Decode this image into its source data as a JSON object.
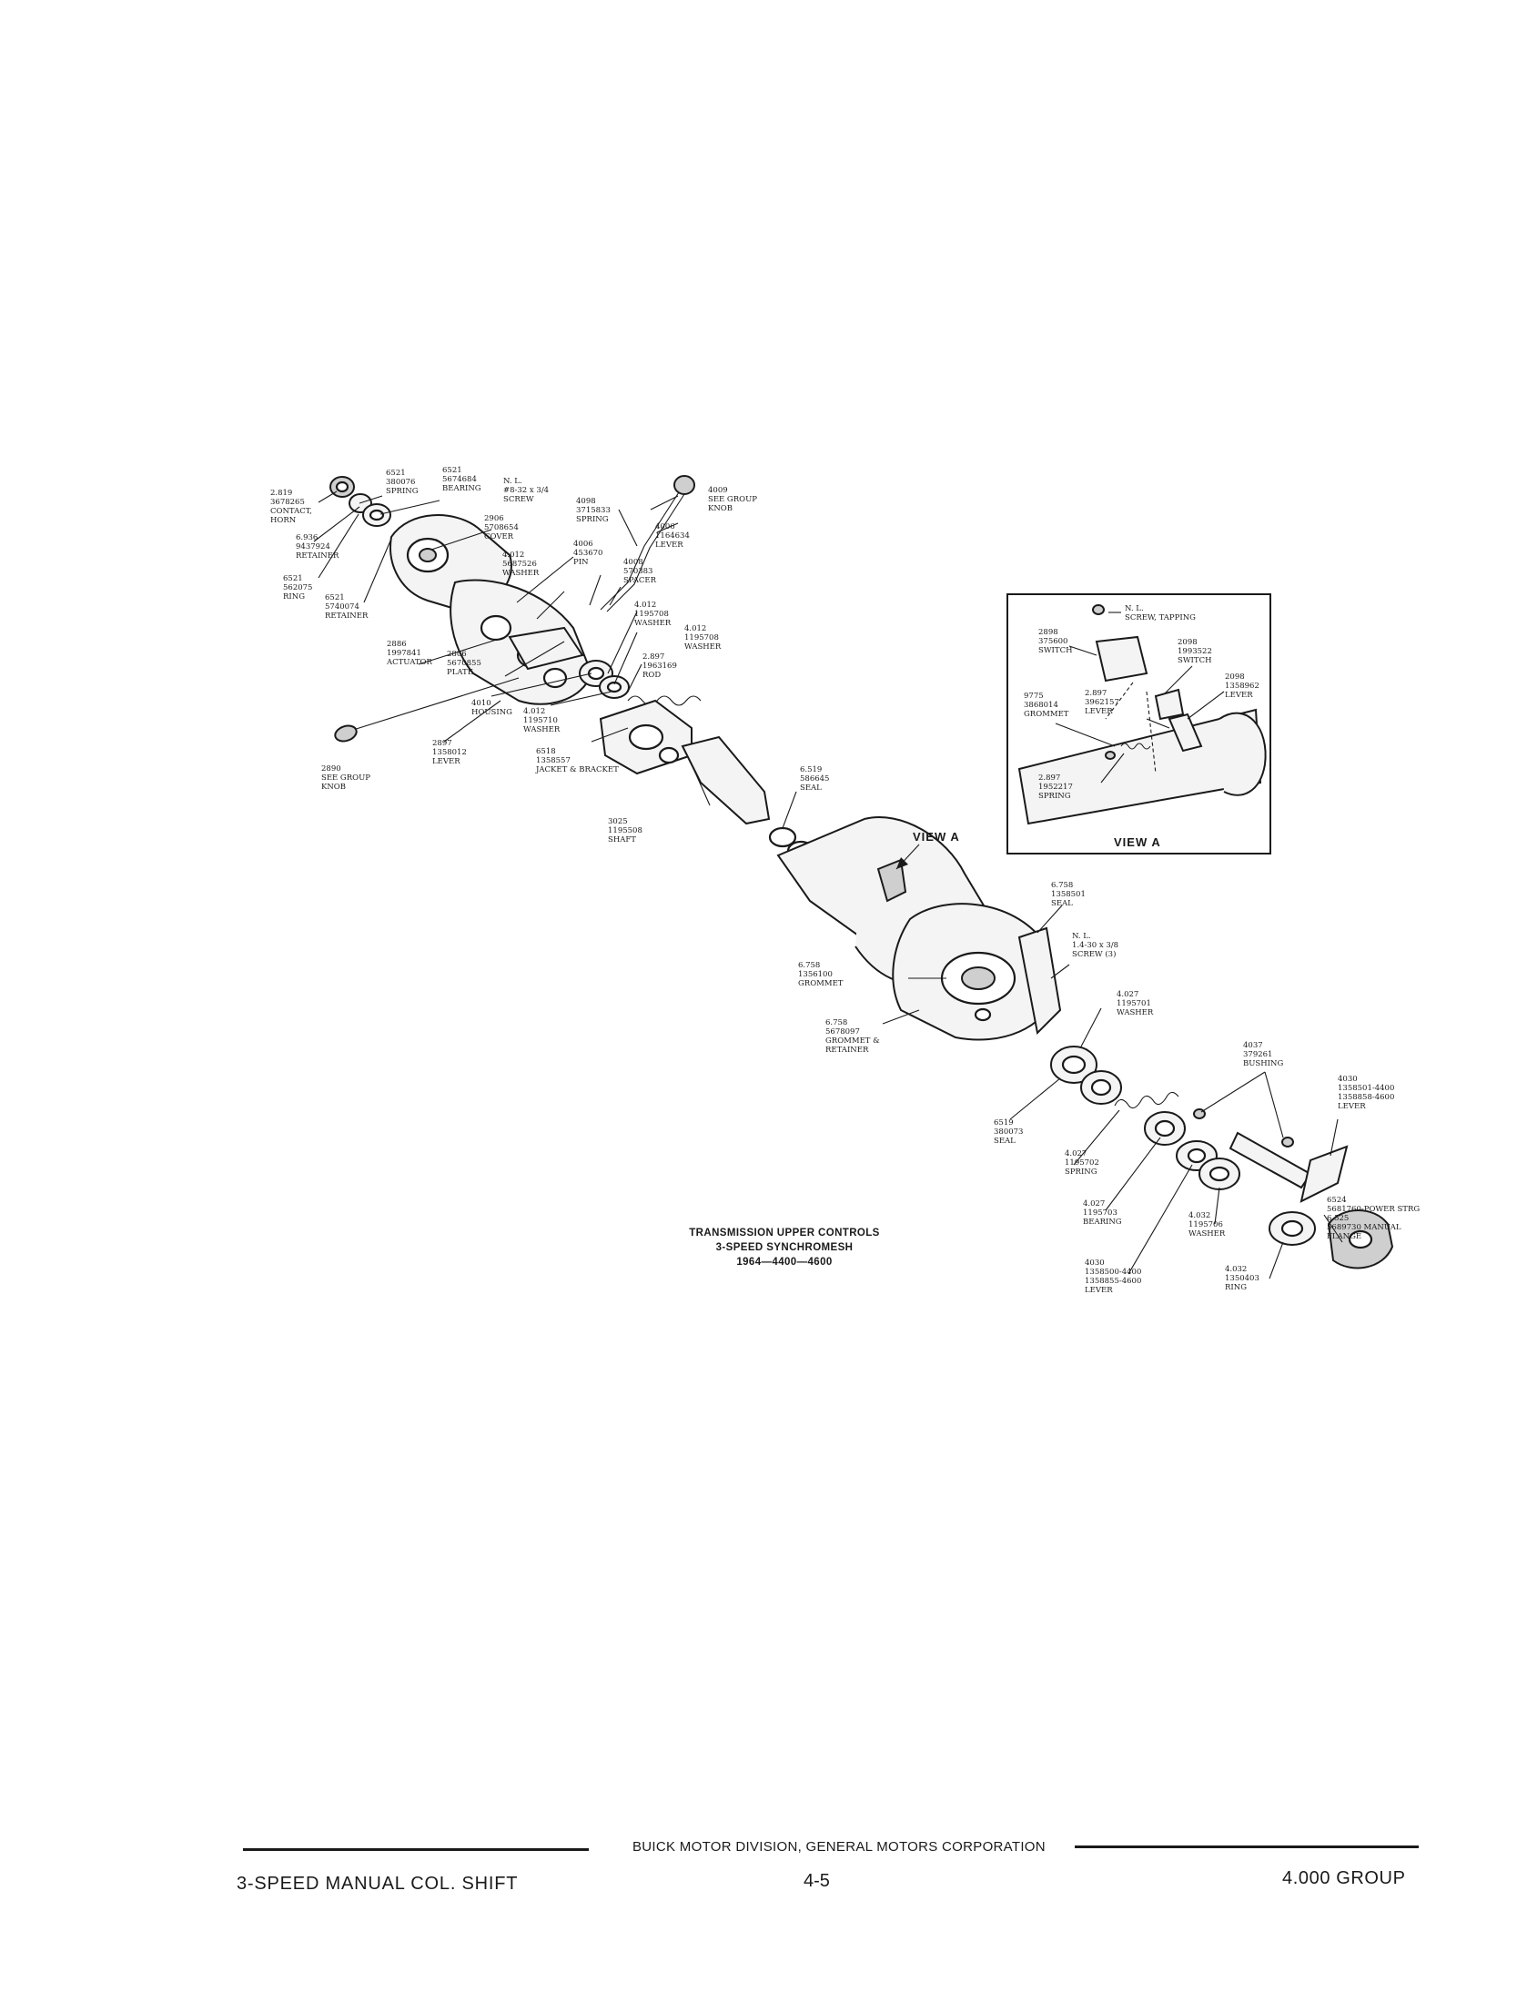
{
  "diagram": {
    "title": [
      "TRANSMISSION UPPER CONTROLS",
      "3-SPEED SYNCHROMESH",
      "1964—4400—4600"
    ],
    "view_label": "VIEW A",
    "inset_title": "VIEW A",
    "labels": {
      "contact": [
        "2.819",
        "3678265",
        "CONTACT,",
        "HORN"
      ],
      "bearing_6521": [
        "6521",
        "5674684",
        "BEARING"
      ],
      "spring_6521": [
        "6521",
        "380076",
        "SPRING"
      ],
      "screw_nl_top": [
        "N. L.",
        "#8-32 x 3/4",
        "SCREW"
      ],
      "retainer_6936": [
        "6.936",
        "9437924",
        "RETAINER"
      ],
      "ring_6521": [
        "6521",
        "562075",
        "RING"
      ],
      "retainer_6521": [
        "6521",
        "5740074",
        "RETAINER"
      ],
      "cover_2906": [
        "2906",
        "5708654",
        "COVER"
      ],
      "washer_4012a": [
        "4.012",
        "5687526",
        "WASHER"
      ],
      "pin_4006": [
        "4006",
        "453670",
        "PIN"
      ],
      "spring_4098": [
        "4098",
        "3715833",
        "SPRING"
      ],
      "lever_4006": [
        "4006",
        "1164634",
        "LEVER"
      ],
      "knob_4009": [
        "4009",
        "SEE GROUP",
        "KNOB"
      ],
      "spacer_4008": [
        "4008",
        "570383",
        "SPACER"
      ],
      "washer_4012b": [
        "4.012",
        "1195708",
        "WASHER"
      ],
      "washer_4012c": [
        "4.012",
        "1195708",
        "WASHER"
      ],
      "rod_2897": [
        "2.897",
        "1963169",
        "ROD"
      ],
      "actuator_2886": [
        "2886",
        "1997841",
        "ACTUATOR"
      ],
      "plate_2806": [
        "2806",
        "5670855",
        "PLATE"
      ],
      "housing_4010": [
        "4010",
        "HOUSING"
      ],
      "washer_4012d": [
        "4.012",
        "1195710",
        "WASHER"
      ],
      "lever_2897": [
        "2897",
        "1358012",
        "LEVER"
      ],
      "knob_2890": [
        "2890",
        "SEE GROUP",
        "KNOB"
      ],
      "jacket_6518": [
        "6518",
        "1358557",
        "JACKET & BRACKET"
      ],
      "seal_6519a": [
        "6.519",
        "586645",
        "SEAL"
      ],
      "shaft_3025": [
        "3025",
        "1195508",
        "SHAFT"
      ],
      "seal_6758": [
        "6.758",
        "1358501",
        "SEAL"
      ],
      "screw_nl_mid": [
        "N. L.",
        "1.4-30 x 3/8",
        "SCREW (3)"
      ],
      "grommet_6758": [
        "6.758",
        "1356100",
        "GROMMET"
      ],
      "grommet_retainer": [
        "6.758",
        "5678097",
        "GROMMET &",
        "RETAINER"
      ],
      "washer_4027": [
        "4.027",
        "1195701",
        "WASHER"
      ],
      "bushing_4037": [
        "4037",
        "379261",
        "BUSHING"
      ],
      "lever_4030": [
        "4030",
        "1358501-4400",
        "1358858-4600",
        "LEVER"
      ],
      "seal_6519b": [
        "6519",
        "380073",
        "SEAL"
      ],
      "spring_4027": [
        "4.027",
        "1195702",
        "SPRING"
      ],
      "bearing_4027": [
        "4.027",
        "1195703",
        "BEARING"
      ],
      "washer_4032": [
        "4.032",
        "1195706",
        "WASHER"
      ],
      "flange": [
        "6524",
        "5681760-POWER STRG",
        "6.525",
        "5689730 MANUAL",
        "FLANGE"
      ],
      "lever_4030b": [
        "4030",
        "1358500-4400",
        "1358855-4600",
        "LEVER"
      ],
      "ring_4032": [
        "4.032",
        "1350403",
        "RING"
      ],
      "inset_screw": [
        "N. L.",
        "SCREW, TAPPING"
      ],
      "inset_switch_a": [
        "2898",
        "375600",
        "SWITCH"
      ],
      "inset_switch_b": [
        "2098",
        "1993522",
        "SWITCH"
      ],
      "inset_lever_a": [
        "2098",
        "1358962",
        "LEVER"
      ],
      "inset_grommet": [
        "9775",
        "3868014",
        "GROMMET"
      ],
      "inset_lever_b": [
        "2.897",
        "3962157",
        "LEVER"
      ],
      "inset_spring": [
        "2.897",
        "1952217",
        "SPRING"
      ]
    }
  },
  "footer": {
    "corporation": "BUICK MOTOR DIVISION, GENERAL MOTORS CORPORATION",
    "section": "3-SPEED MANUAL COL. SHIFT",
    "page": "4-5",
    "group": "4.000 GROUP"
  }
}
